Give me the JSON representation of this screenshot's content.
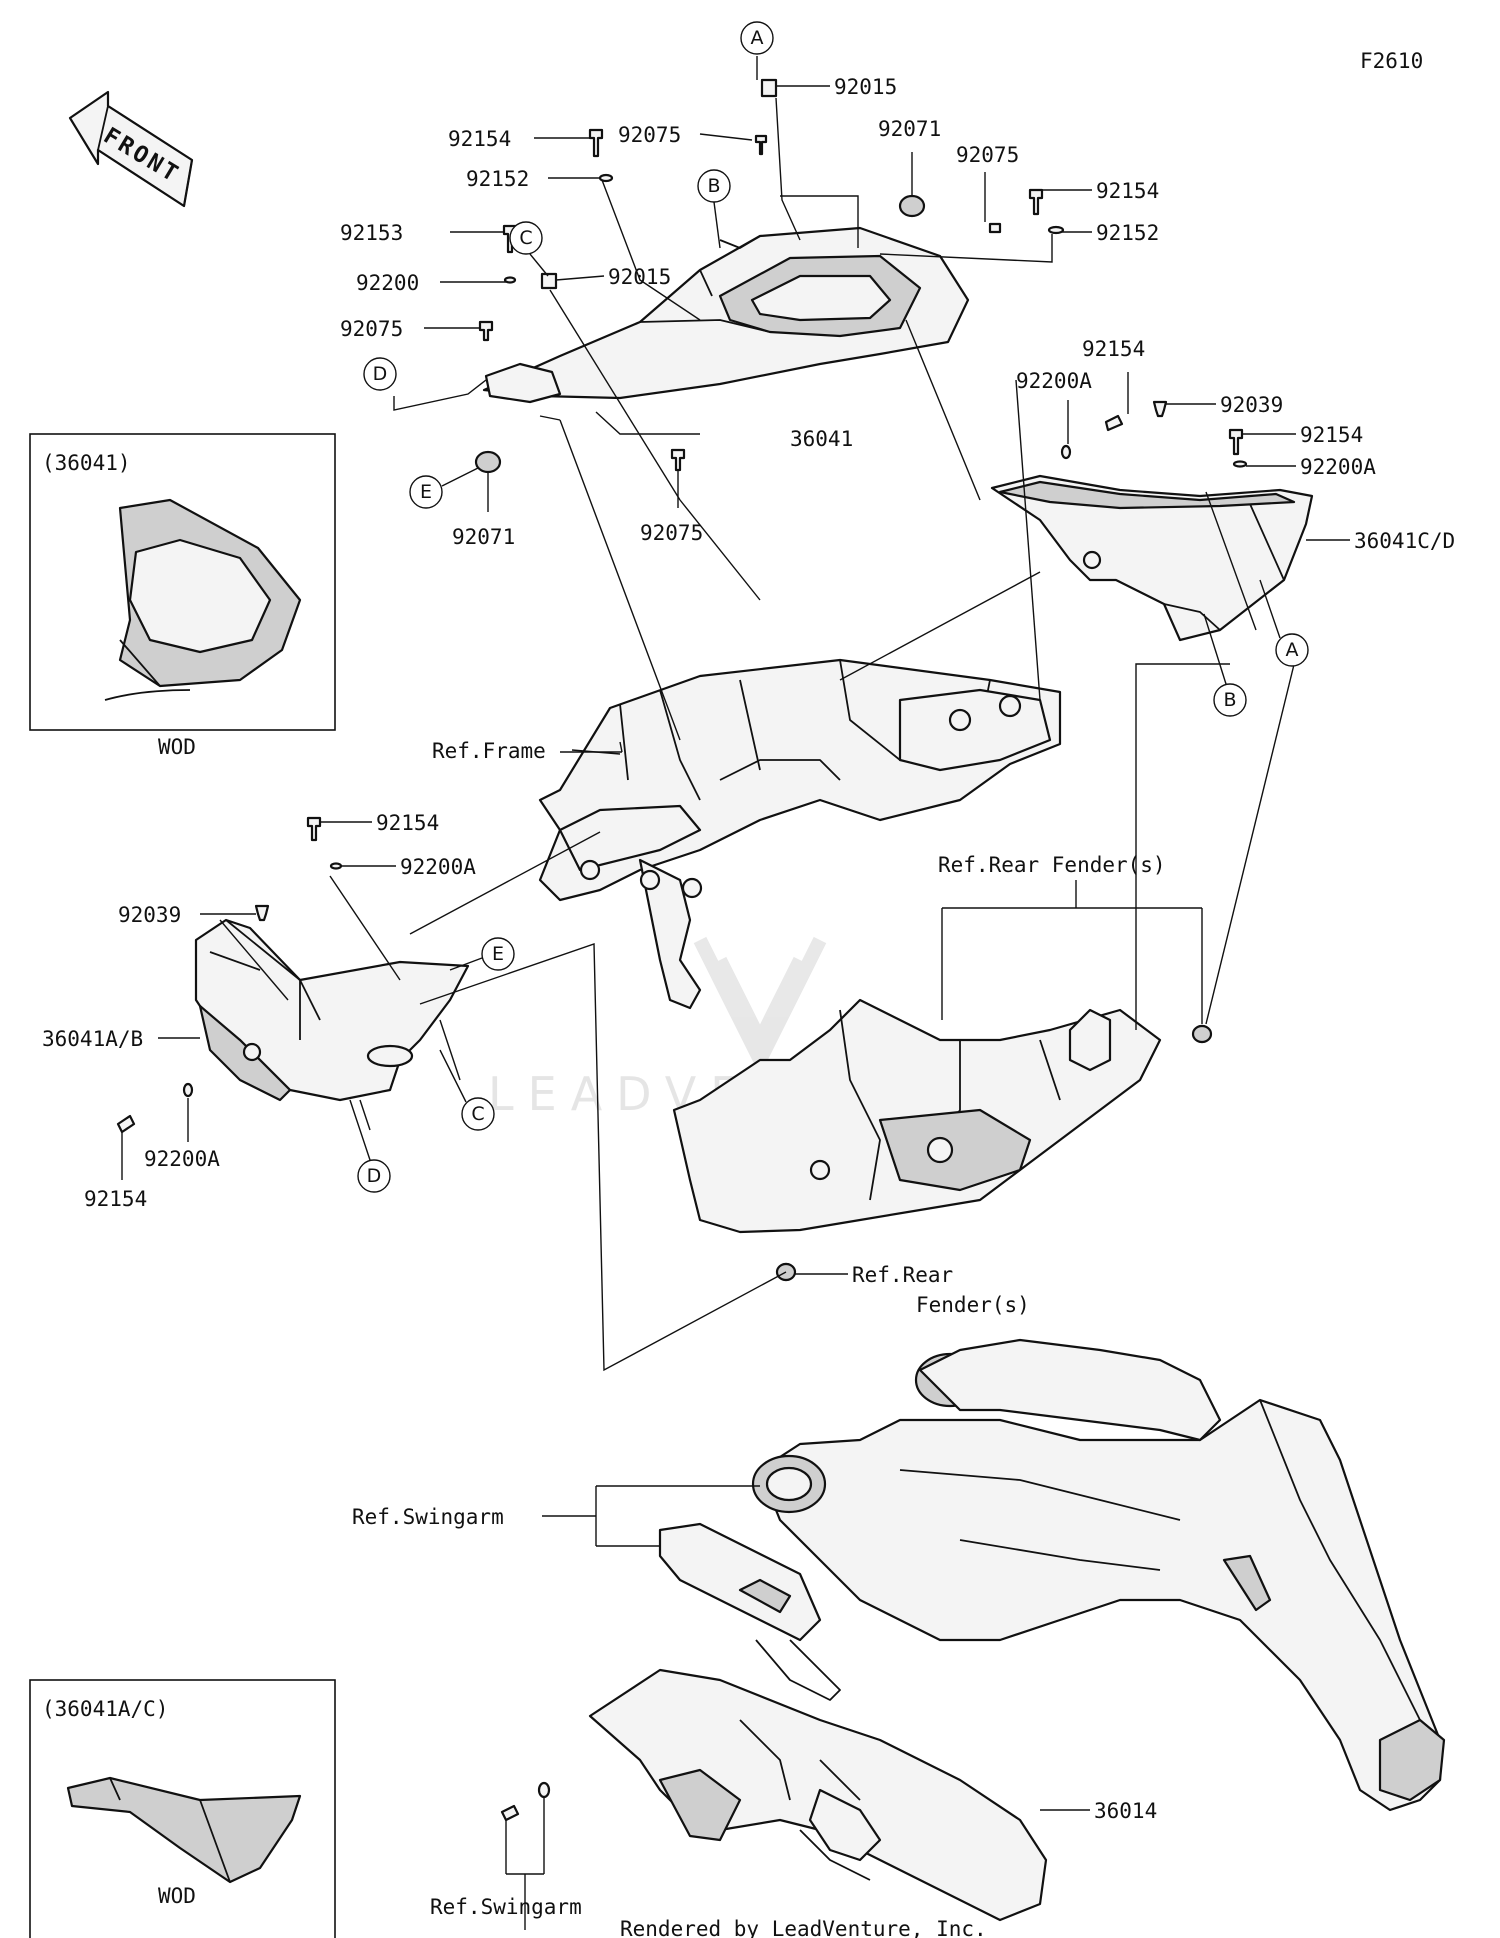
{
  "figure_code": "F2610",
  "front_label": "FRONT",
  "footer": "Rendered by LeadVenture, Inc.",
  "watermark": "LEADVENTURE",
  "insets": [
    {
      "title": "(36041)",
      "caption": "WOD"
    },
    {
      "title": "(36041A/C)",
      "caption": "WOD"
    }
  ],
  "callouts": {
    "A": "A",
    "B": "B",
    "C": "C",
    "D": "D",
    "E": "E"
  },
  "part_numbers": {
    "p92015_top": "92015",
    "p92154_topleft": "92154",
    "p92075_top": "92075",
    "p92152_left": "92152",
    "p92071_top": "92071",
    "p92075_right": "92075",
    "p92154_right": "92154",
    "p92152_right": "92152",
    "p92153": "92153",
    "p92200": "92200",
    "p92015_mid": "92015",
    "p92075_left": "92075",
    "p36041": "36041",
    "p92071_bottom": "92071",
    "p92075_bottom": "92075",
    "p92154_side": "92154",
    "p92200A_side": "92200A",
    "p92039_right": "92039",
    "p92154_far": "92154",
    "p92200A_far": "92200A",
    "p36041CD": "36041C/D",
    "p92154_lowcover": "92154",
    "p92200A_lowcover": "92200A",
    "p92039_left": "92039",
    "p36041AB": "36041A/B",
    "p92200A_bottom": "92200A",
    "p92154_bottom": "92154",
    "p36014": "36014"
  },
  "references": {
    "frame": "Ref.Frame",
    "rear_fender": "Ref.Rear Fender(s)",
    "rear_fender_2a": "Ref.Rear",
    "rear_fender_2b": "Fender(s)",
    "swingarm_1": "Ref.Swingarm",
    "swingarm_2": "Ref.Swingarm"
  }
}
